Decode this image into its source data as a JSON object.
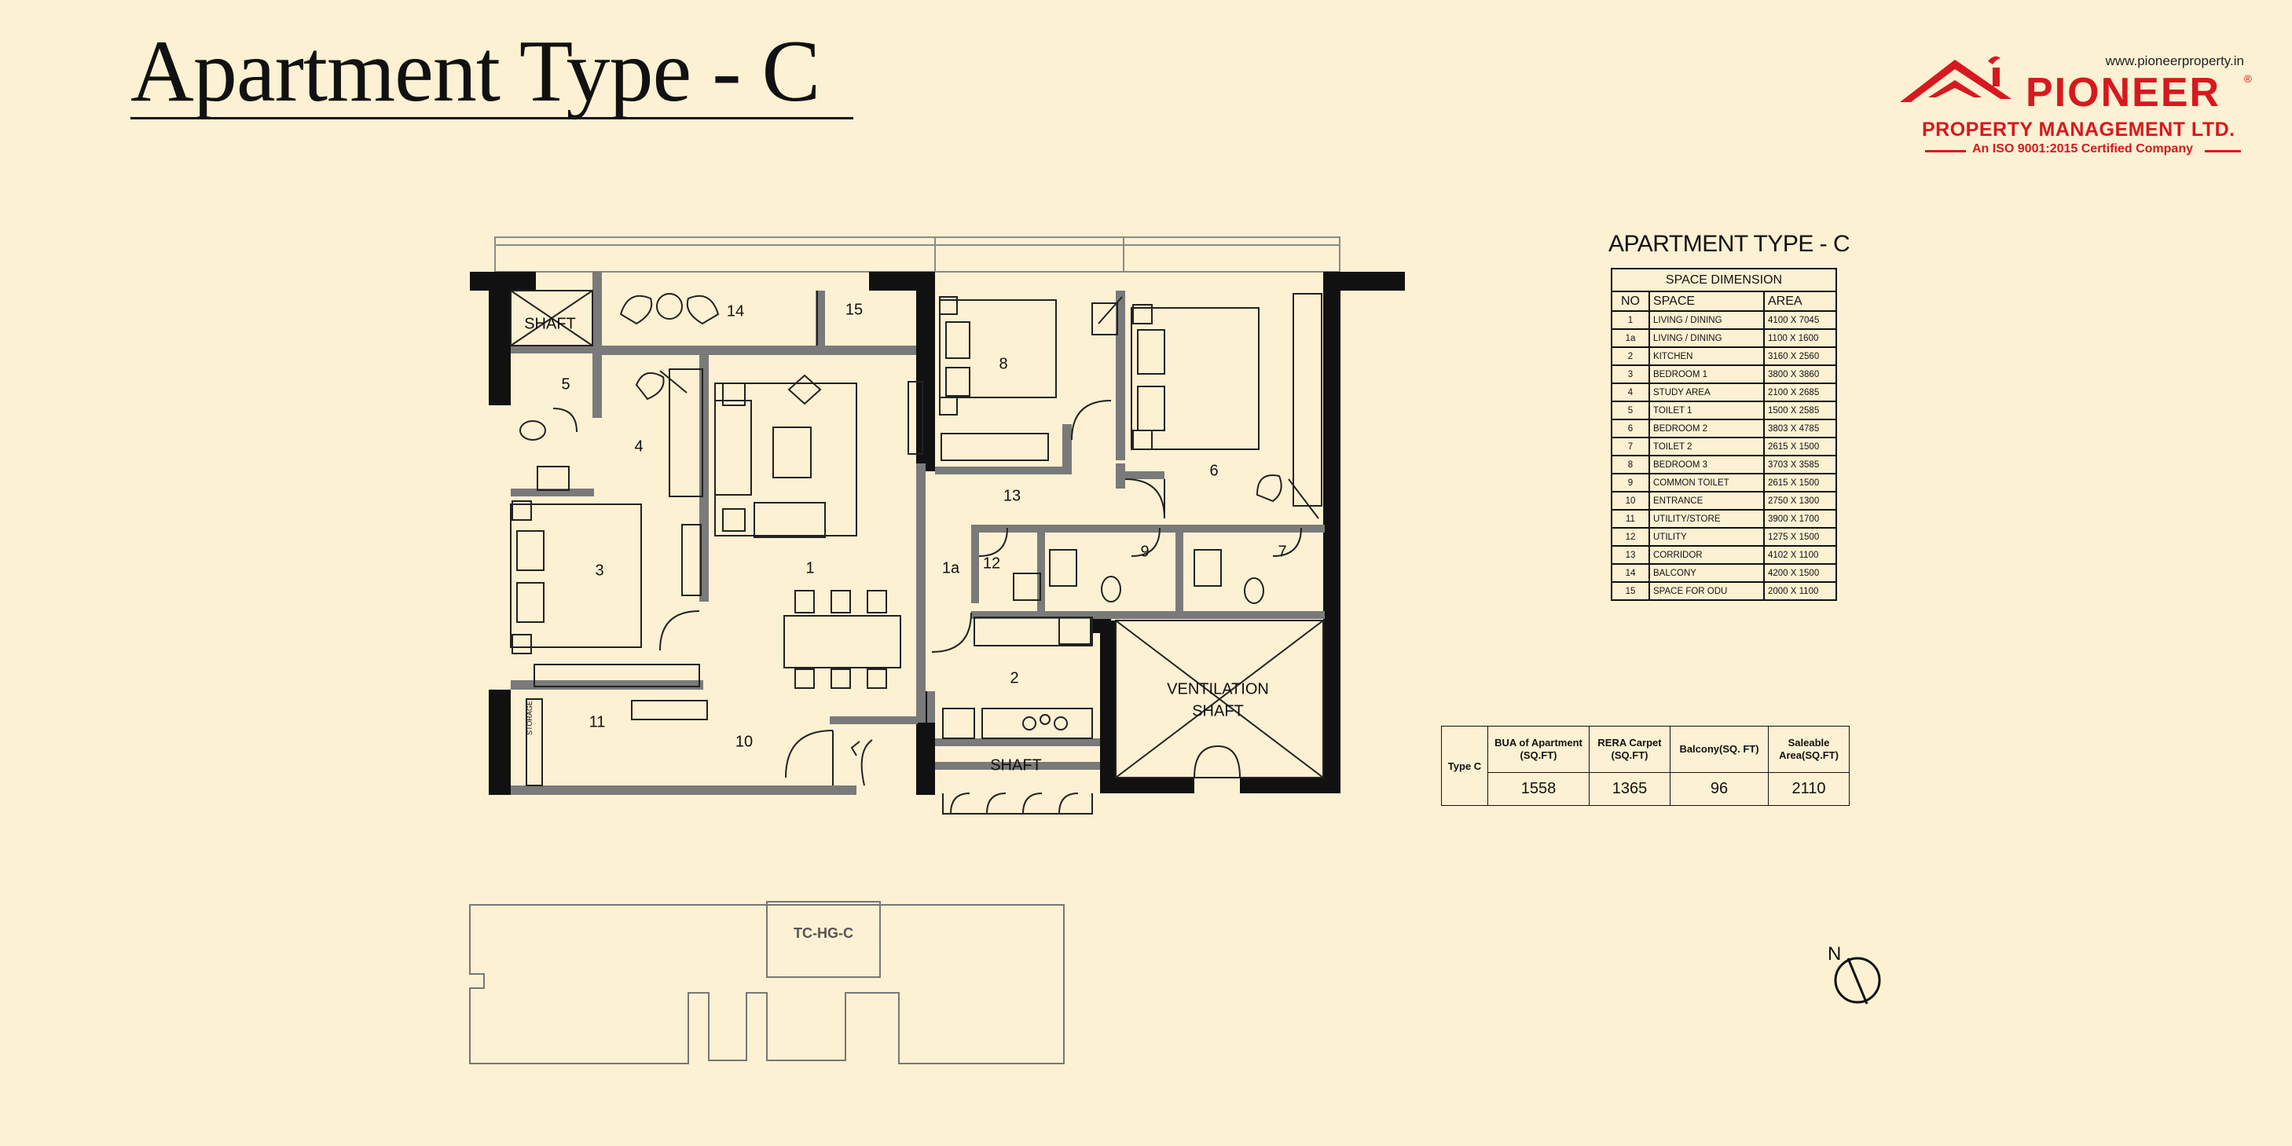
{
  "title": "Apartment Type - C",
  "logo": {
    "url": "www.pioneerproperty.in",
    "brand": "PIONEER",
    "registered": "®",
    "company": "PROPERTY MANAGEMENT LTD.",
    "certification": "An ISO 9001:2015 Certified Company"
  },
  "floor_plan": {
    "room_labels": [
      "1",
      "1a",
      "2",
      "3",
      "4",
      "5",
      "6",
      "7",
      "8",
      "9",
      "10",
      "11",
      "12",
      "13",
      "14",
      "15"
    ],
    "shaft_label": "SHAFT",
    "ventilation_shaft_label": [
      "VENTILATION",
      "SHAFT"
    ],
    "storage_label": "STORAGE"
  },
  "space_dimension": {
    "heading": "APARTMENT TYPE - C",
    "caption": "SPACE DIMENSION",
    "columns": [
      "NO",
      "SPACE",
      "AREA"
    ],
    "rows": [
      {
        "no": "1",
        "space": "LIVING / DINING",
        "area": "4100 X 7045"
      },
      {
        "no": "1a",
        "space": "LIVING / DINING",
        "area": "1100 X 1600"
      },
      {
        "no": "2",
        "space": "KITCHEN",
        "area": "3160 X 2560"
      },
      {
        "no": "3",
        "space": "BEDROOM 1",
        "area": "3800 X 3860"
      },
      {
        "no": "4",
        "space": "STUDY AREA",
        "area": "2100 X 2685"
      },
      {
        "no": "5",
        "space": "TOILET 1",
        "area": "1500 X 2585"
      },
      {
        "no": "6",
        "space": "BEDROOM 2",
        "area": "3803 X 4785"
      },
      {
        "no": "7",
        "space": "TOILET 2",
        "area": "2615 X 1500"
      },
      {
        "no": "8",
        "space": "BEDROOM 3",
        "area": "3703 X 3585"
      },
      {
        "no": "9",
        "space": "COMMON TOILET",
        "area": "2615 X 1500"
      },
      {
        "no": "10",
        "space": "ENTRANCE",
        "area": "2750 X 1300"
      },
      {
        "no": "11",
        "space": "UTILITY/STORE",
        "area": "3900 X 1700"
      },
      {
        "no": "12",
        "space": "UTILITY",
        "area": "1275 X 1500"
      },
      {
        "no": "13",
        "space": "CORRIDOR",
        "area": "4102 X 1100"
      },
      {
        "no": "14",
        "space": "BALCONY",
        "area": "4200 X 1500"
      },
      {
        "no": "15",
        "space": "SPACE FOR ODU",
        "area": "2000 X 1100"
      }
    ]
  },
  "area_summary": {
    "row_label": "Type C",
    "columns": [
      "BUA of Apartment (SQ.FT)",
      "RERA Carpet (SQ.FT)",
      "Balcony(SQ. FT)",
      "Saleable Area(SQ.FT)"
    ],
    "values": [
      "1558",
      "1365",
      "96",
      "2110"
    ]
  },
  "key_plan": {
    "label": "TC-HG-C"
  },
  "north_label": "N"
}
